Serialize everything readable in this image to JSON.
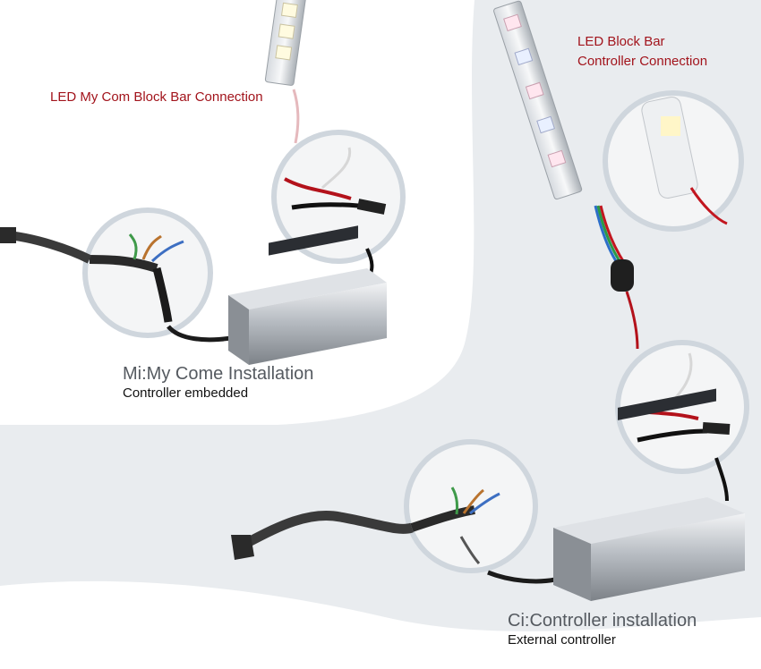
{
  "labels": {
    "mi_connection": "LED My Com Block Bar Connection",
    "ci_connection_line1": "LED Block Bar",
    "ci_connection_line2": "Controller Connection",
    "mi_title": "Mi:My Come Installation",
    "mi_subtitle": "Controller embedded",
    "ci_title": "Ci:Controller installation",
    "ci_subtitle": "External controller"
  },
  "colors": {
    "label_red": "#a2141c",
    "title_gray": "#555a60",
    "panel_white": "#ffffff",
    "background_gray": "#e9ecef"
  }
}
